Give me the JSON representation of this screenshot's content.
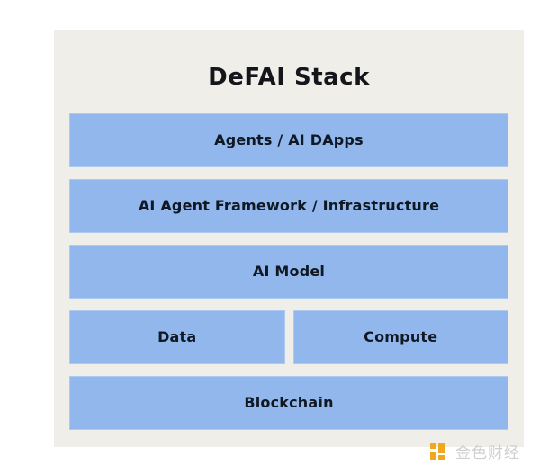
{
  "diagram": {
    "title": "DeFAI Stack",
    "card_bg": "#efeee9",
    "bar_color": "#92b7ec",
    "bar_border_color": "#aecaf2",
    "text_color": "#101824",
    "layers": [
      {
        "id": "agents",
        "label": "Agents / AI DApps"
      },
      {
        "id": "framework",
        "label": "AI Agent Framework / Infrastructure"
      },
      {
        "id": "ai-model",
        "label": "AI Model"
      },
      {
        "id": "data",
        "label": "Data"
      },
      {
        "id": "compute",
        "label": "Compute"
      },
      {
        "id": "blockchain",
        "label": "Blockchain"
      }
    ]
  },
  "watermark": {
    "text": "金色财经",
    "logo_icon": "jinse-logo-icon",
    "logo_color": "#f0a81e",
    "text_color": "#cfcfcf"
  }
}
